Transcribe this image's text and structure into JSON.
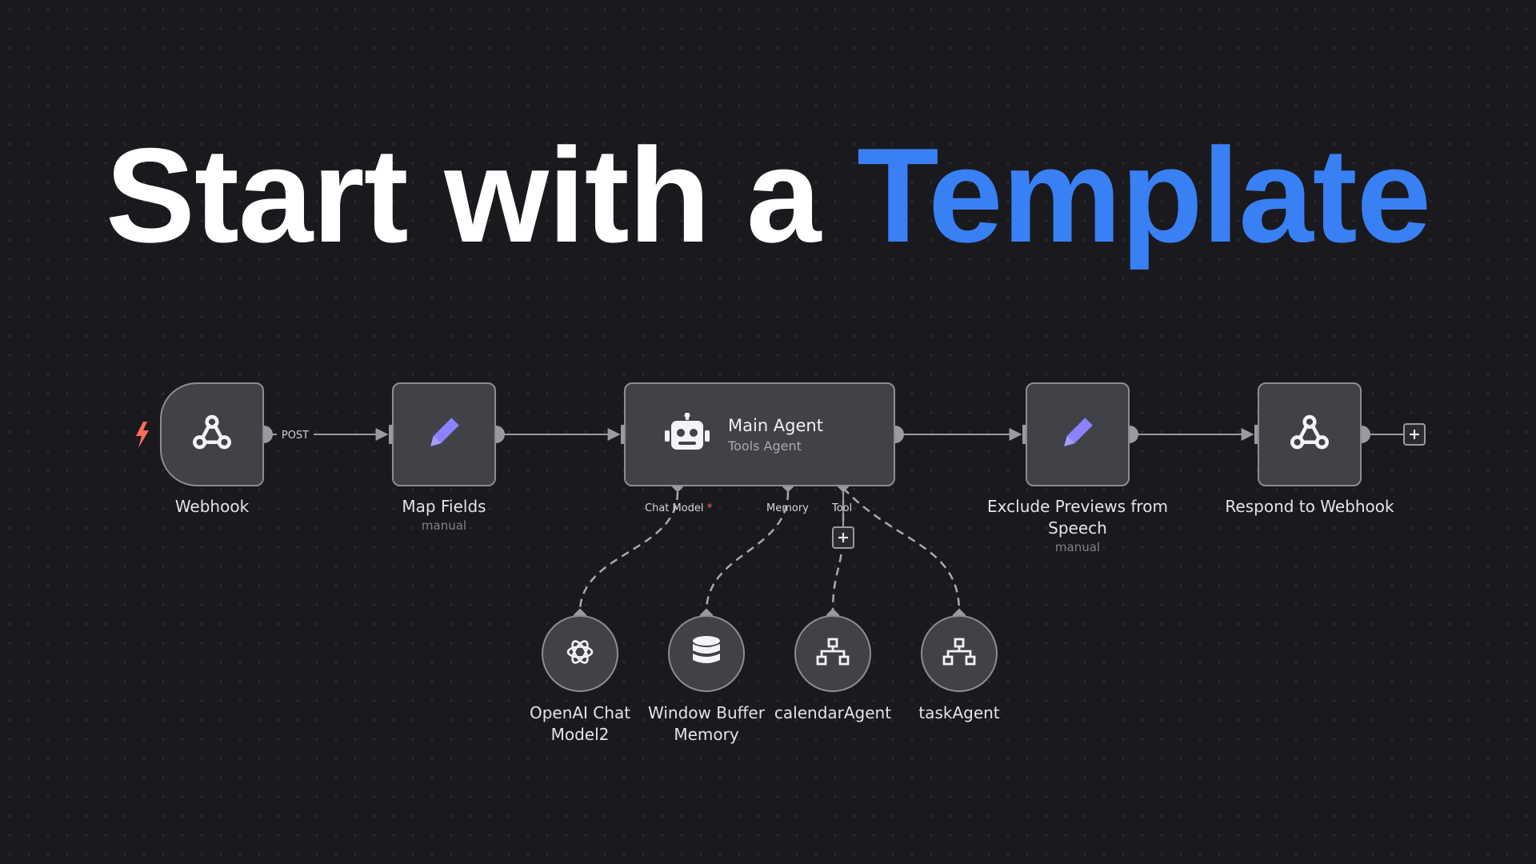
{
  "headline": {
    "text_main": "Start with a",
    "text_accent": "Template"
  },
  "colors": {
    "accent": "#3a80f5",
    "background": "#1a1a1e",
    "node": "#414148",
    "trigger": "#ff6d5a",
    "edit_icon": "#8b82ff"
  },
  "workflow": {
    "edge_label_post": "POST",
    "nodes": {
      "webhook": {
        "label": "Webhook",
        "icon": "webhook-icon"
      },
      "map_fields": {
        "label": "Map Fields",
        "sublabel": "manual",
        "icon": "pencil-icon"
      },
      "main_agent": {
        "title": "Main Agent",
        "subtitle": "Tools Agent",
        "icon": "robot-icon"
      },
      "exclude_previews": {
        "label": "Exclude Previews from Speech",
        "sublabel": "manual",
        "icon": "pencil-icon"
      },
      "respond": {
        "label": "Respond to Webhook",
        "icon": "webhook-icon"
      }
    },
    "connectors": {
      "chat_model": "Chat Model",
      "required_mark": "*",
      "memory": "Memory",
      "tool": "Tool"
    },
    "sub_nodes": {
      "openai": {
        "label": "OpenAI Chat Model2",
        "icon": "openai-icon"
      },
      "memory": {
        "label": "Window Buffer Memory",
        "icon": "database-icon"
      },
      "calendar": {
        "label": "calendarAgent",
        "icon": "sitemap-icon"
      },
      "task": {
        "label": "taskAgent",
        "icon": "sitemap-icon"
      }
    }
  }
}
